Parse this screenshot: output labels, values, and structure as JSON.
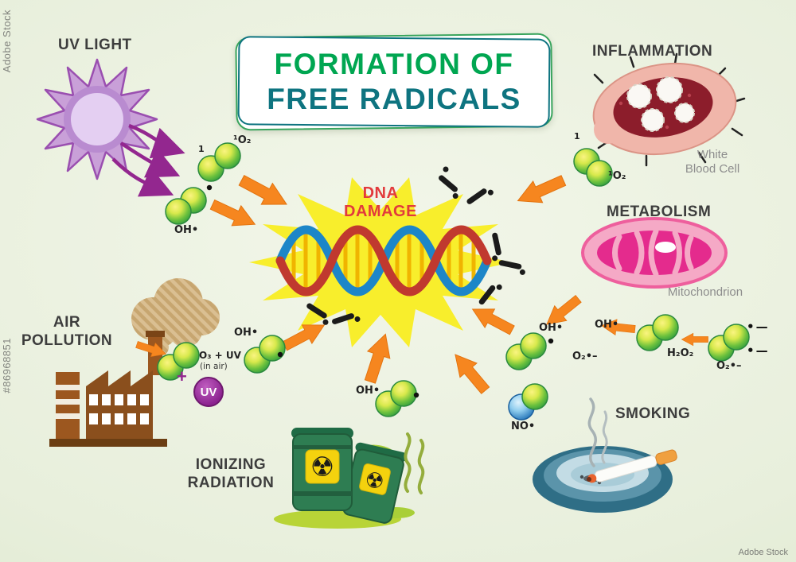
{
  "colors": {
    "background": "#e9efdd",
    "title_green": "#00a651",
    "title_teal": "#0e7480",
    "arrow_orange": "#f6861f",
    "uv_purple": "#93278f",
    "dna_red": "#e23a3c",
    "starburst_yellow": "#f8ee2c",
    "molecule_green": "#45ab3c",
    "label_dark": "#3d3d3d",
    "caption_gray": "#8d8d8d"
  },
  "watermark": {
    "brand": "Adobe Stock",
    "image_id": "#86968851"
  },
  "title": {
    "line1": "FORMATION OF",
    "line2": "FREE RADICALS"
  },
  "center": {
    "line1": "DNA",
    "line2": "DAMAGE"
  },
  "sources": {
    "uv_light": {
      "label": "UV LIGHT"
    },
    "inflammation": {
      "label": "INFLAMMATION",
      "caption_line1": "White",
      "caption_line2": "Blood Cell"
    },
    "metabolism": {
      "label": "METABOLISM",
      "caption": "Mitochondrion"
    },
    "air_pollution": {
      "line1": "AIR",
      "line2": "POLLUTION"
    },
    "ionizing_radiation": {
      "line1": "IONIZING",
      "line2": "RADIATION"
    },
    "smoking": {
      "label": "SMOKING"
    }
  },
  "molecules": {
    "superscript_one": "1",
    "singlet_oxygen": "¹O₂",
    "hydroxyl_radical": "OH•",
    "ozone_plus_uv": "O₃ + UV",
    "ozone_note": "(in air)",
    "plus_sign": "+",
    "uv_badge": "UV",
    "hydrogen_peroxide": "H₂O₂",
    "superoxide": "O₂•–",
    "nitric_oxide": "NO•",
    "dot_dash": "•—"
  },
  "icons": {
    "radiation_symbol": "☢"
  }
}
